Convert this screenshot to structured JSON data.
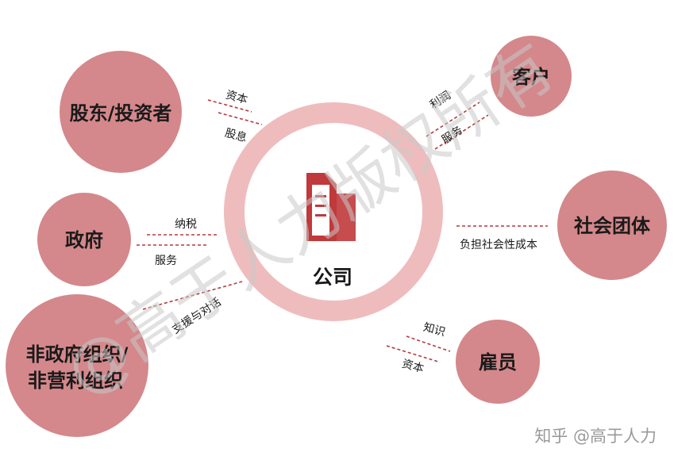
{
  "diagram": {
    "center": {
      "label": "公司",
      "icon": "building-icon"
    },
    "nodes": {
      "shareholders": "股东/投资者",
      "customers": "客户",
      "government": "政府",
      "social_groups": "社会团体",
      "ngo_line1": "非政府组织/",
      "ngo_line2": "非营利组织",
      "employees": "雇员"
    },
    "edges": {
      "shareholders_in": "资本",
      "shareholders_out": "股息",
      "customers_in": "利润",
      "customers_out": "服务",
      "government_in": "纳税",
      "government_out": "服务",
      "social_groups": "负担社会性成本",
      "ngo": "支援与对话",
      "employees_in": "知识",
      "employees_out": "资本"
    }
  },
  "watermark": "@高于人力版权所有",
  "brand": "知乎 @高于人力",
  "colors": {
    "node_fill": "#d4888b",
    "ring": "#efbcbd",
    "dash": "#b23a3e",
    "icon": "#c0393b"
  }
}
